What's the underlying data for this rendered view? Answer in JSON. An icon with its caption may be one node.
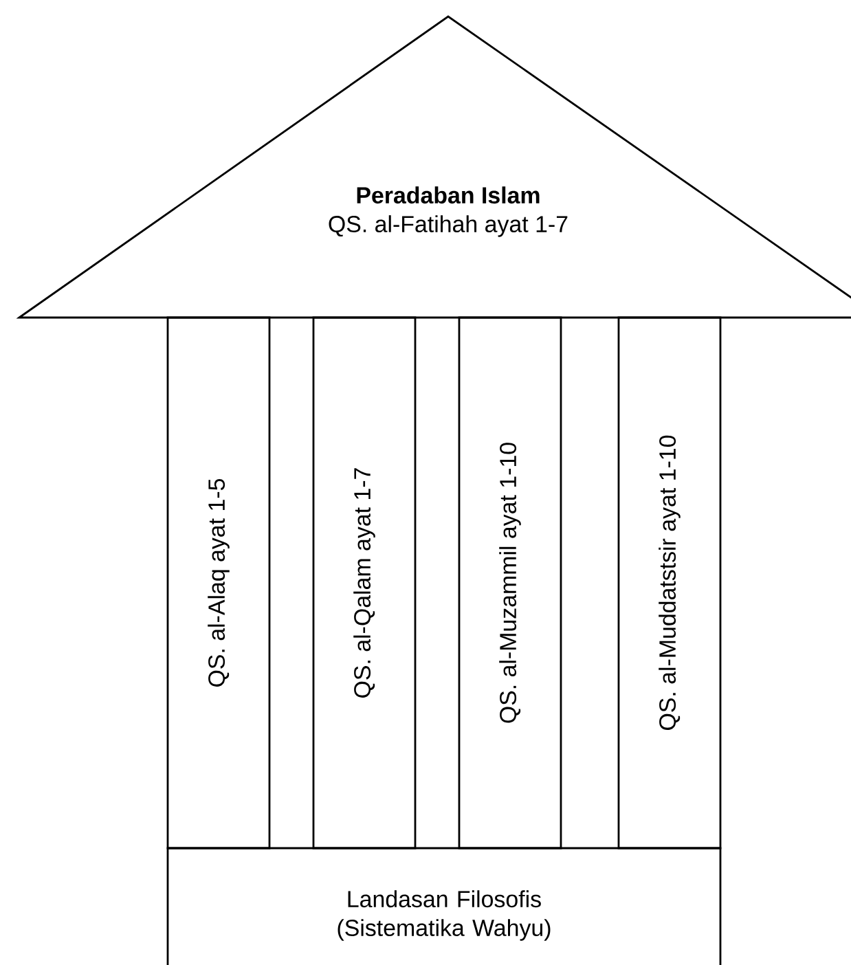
{
  "diagram": {
    "nodes": [
      {
        "text": [
          "Peradaban Islam",
          "QS. al-Fatihah ayat 1-7"
        ]
      },
      {
        "text": [
          "QS. al-Alaq ayat 1-5"
        ]
      },
      {
        "text": [
          "QS. al-Qalam ayat 1-7"
        ]
      },
      {
        "text": [
          "QS. al-Muzammil ayat 1-10"
        ]
      },
      {
        "text": [
          "QS. al-Muddatstsir ayat 1-10"
        ]
      },
      {
        "text": [
          "Landasan Filosofis (Sistematika Wahyu)"
        ]
      }
    ]
  }
}
